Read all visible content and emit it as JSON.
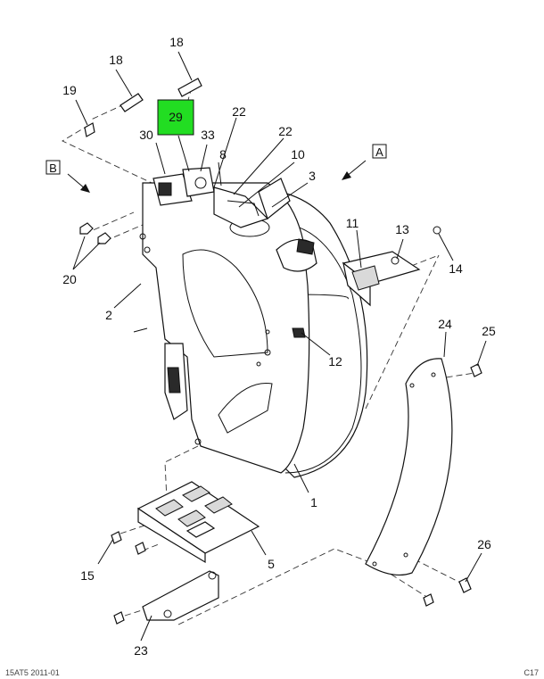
{
  "highlight_color": "#22dd22",
  "callouts": {
    "c18a": "18",
    "c18b": "18",
    "c19": "19",
    "c29": "29",
    "c30": "30",
    "c33": "33",
    "c22a": "22",
    "c22b": "22",
    "c8": "8",
    "c10": "10",
    "c3": "3",
    "c20": "20",
    "c2": "2",
    "c11": "11",
    "c13": "13",
    "c14": "14",
    "c12": "12",
    "c24": "24",
    "c25": "25",
    "c1": "1",
    "c15": "15",
    "c5": "5",
    "c26": "26",
    "c23": "23"
  },
  "view_a": "A",
  "view_b": "B",
  "footer_left": "15AT5 2011-01",
  "footer_right": "C17"
}
